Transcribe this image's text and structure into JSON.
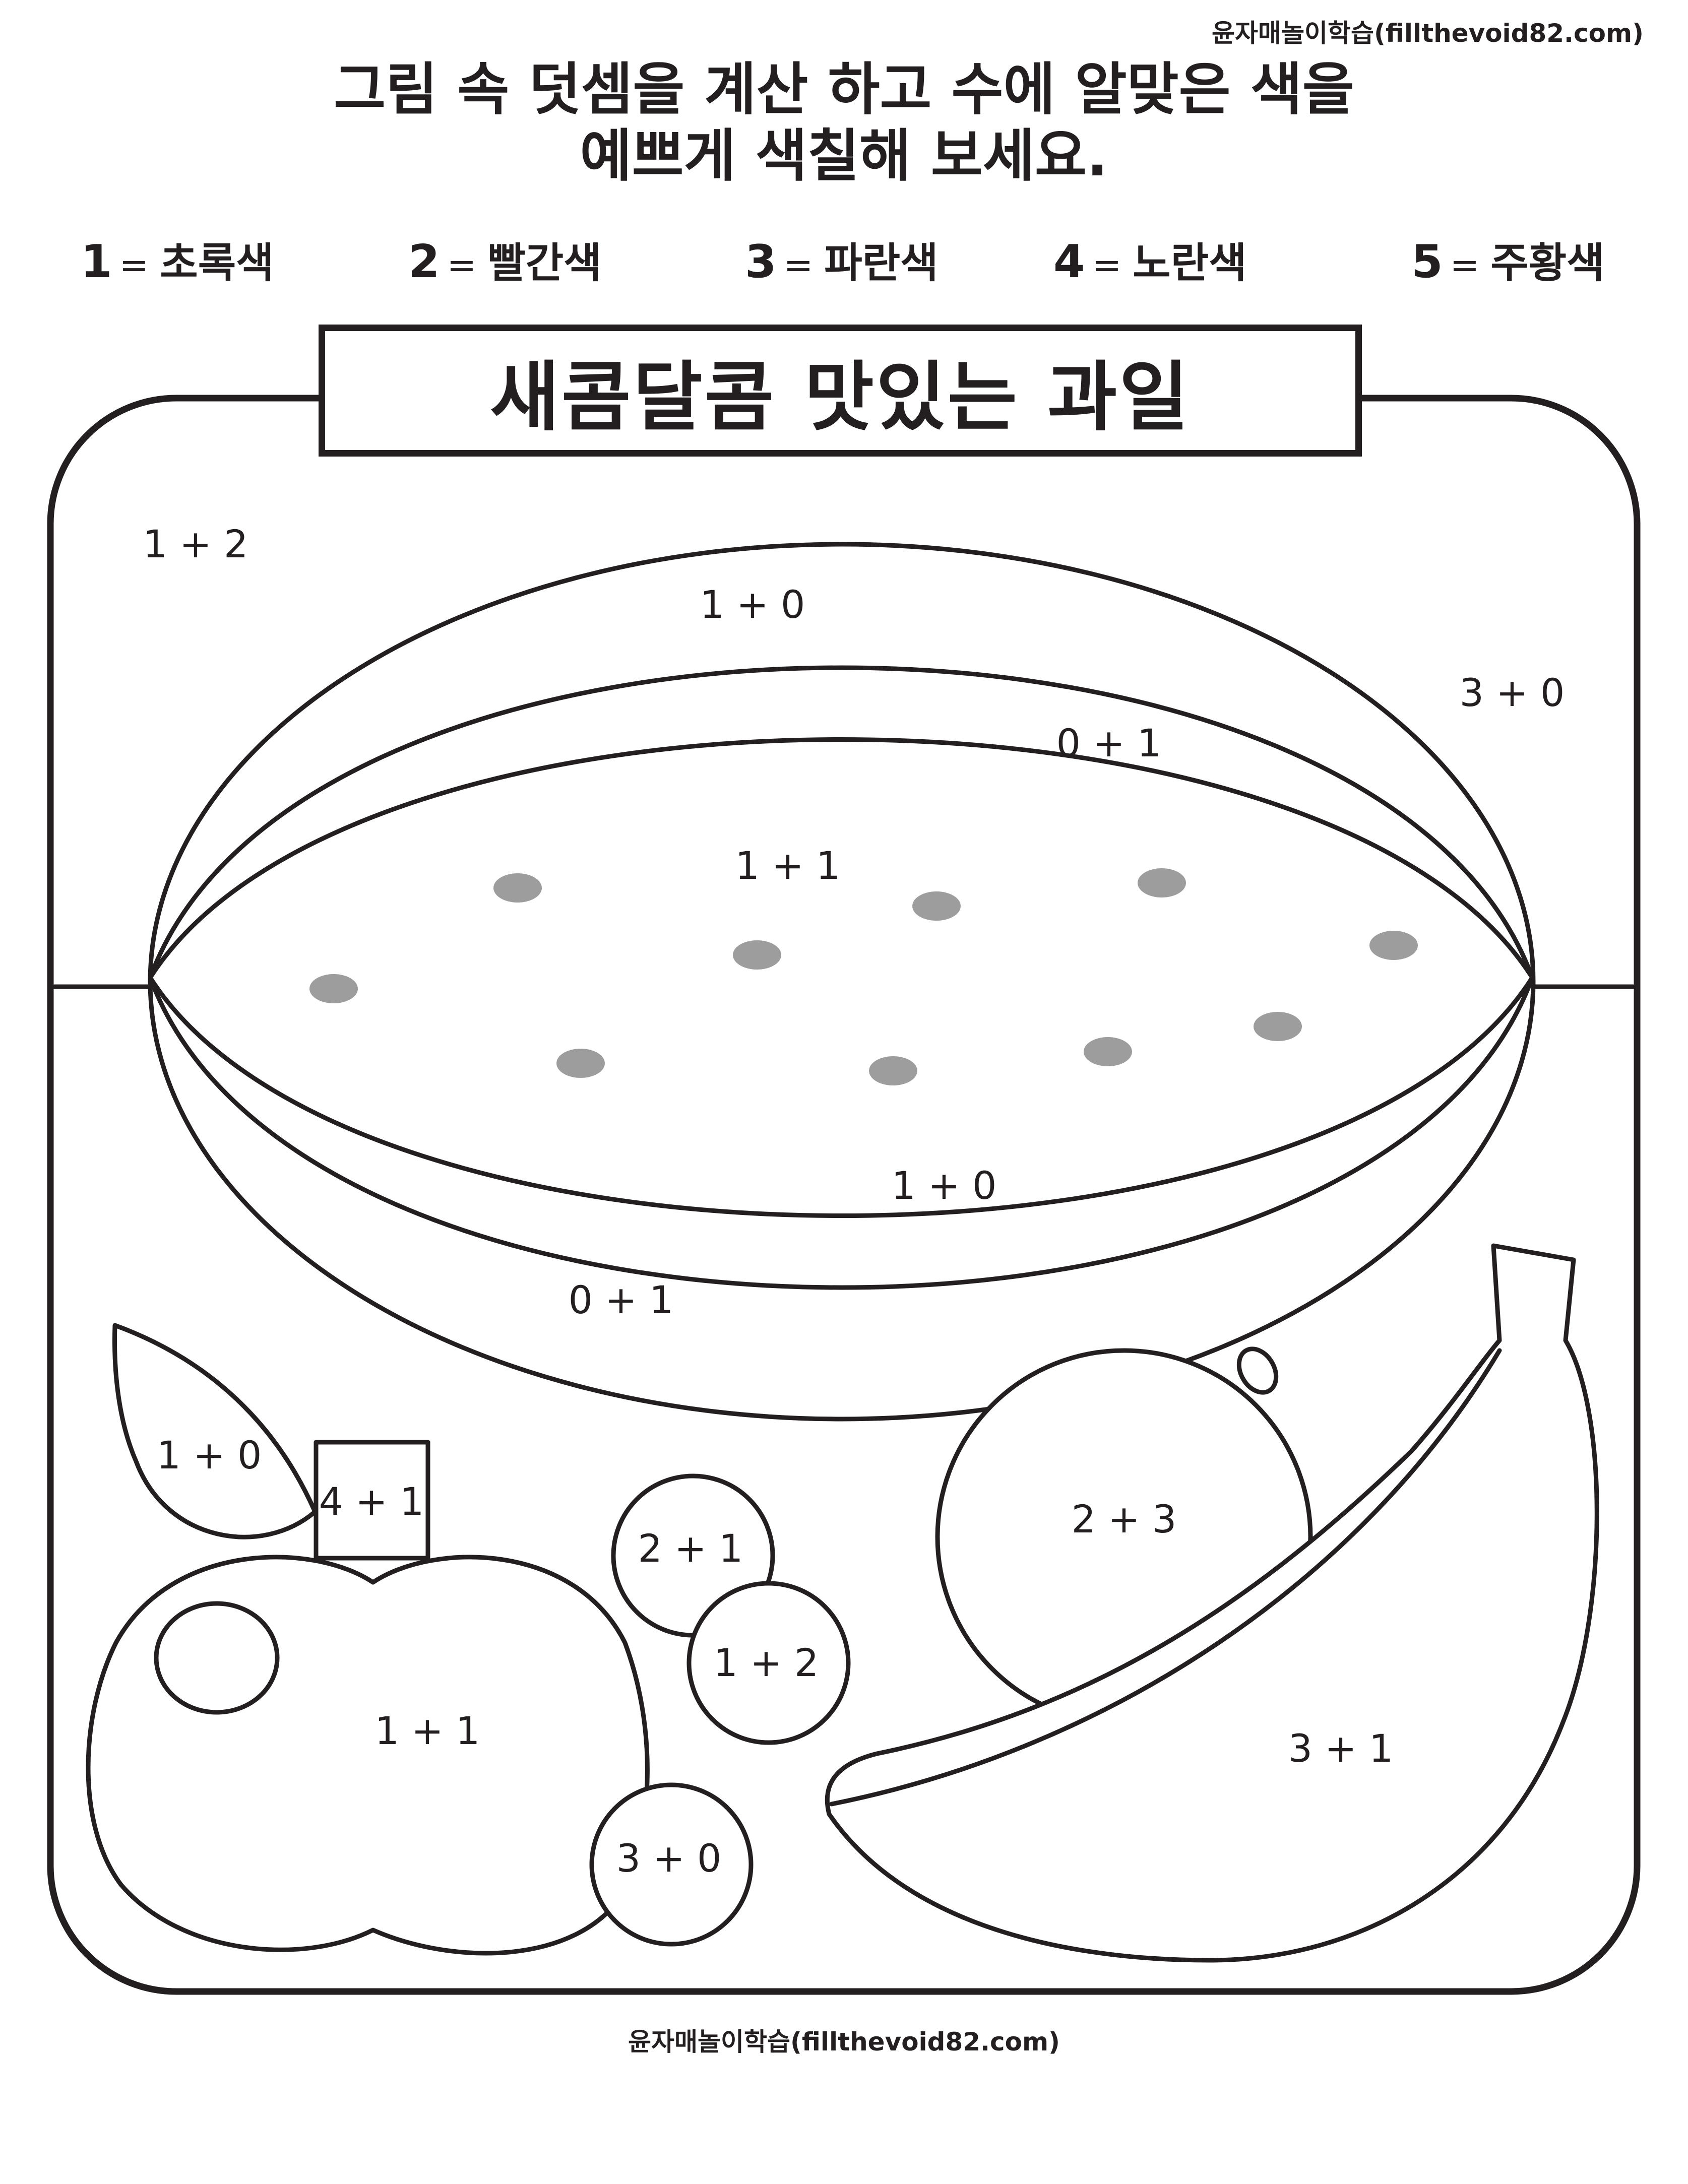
{
  "watermark": "윤자매놀이학습(fillthevoid82.com)",
  "instructions": {
    "line1": "그림 속 덧셈을 계산 하고 수에 알맞은 색을",
    "line2": "예쁘게 색칠해 보세요."
  },
  "legend": [
    {
      "number": "1",
      "eq": "=",
      "color_name": "초록색"
    },
    {
      "number": "2",
      "eq": "=",
      "color_name": "빨간색"
    },
    {
      "number": "3",
      "eq": "=",
      "color_name": "파란색"
    },
    {
      "number": "4",
      "eq": "=",
      "color_name": "노란색"
    },
    {
      "number": "5",
      "eq": "=",
      "color_name": "주황색"
    }
  ],
  "title": "새콤달콤 맛있는 과일",
  "regions": {
    "sky": "1 + 2",
    "melon_outer_top": "1 + 0",
    "background_right": "3 + 0",
    "melon_inner_top": "0 + 1",
    "melon_center": "1 + 1",
    "melon_inner_bottom": "1 + 0",
    "melon_outer_bottom": "0 + 1",
    "apple_leaf": "1 + 0",
    "apple_stem": "4 + 1",
    "grape_top": "2 + 1",
    "grape_middle": "1 + 2",
    "apple_body": "1 + 1",
    "grape_bottom": "3 + 0",
    "orange": "2 + 3",
    "banana": "3 + 1"
  }
}
